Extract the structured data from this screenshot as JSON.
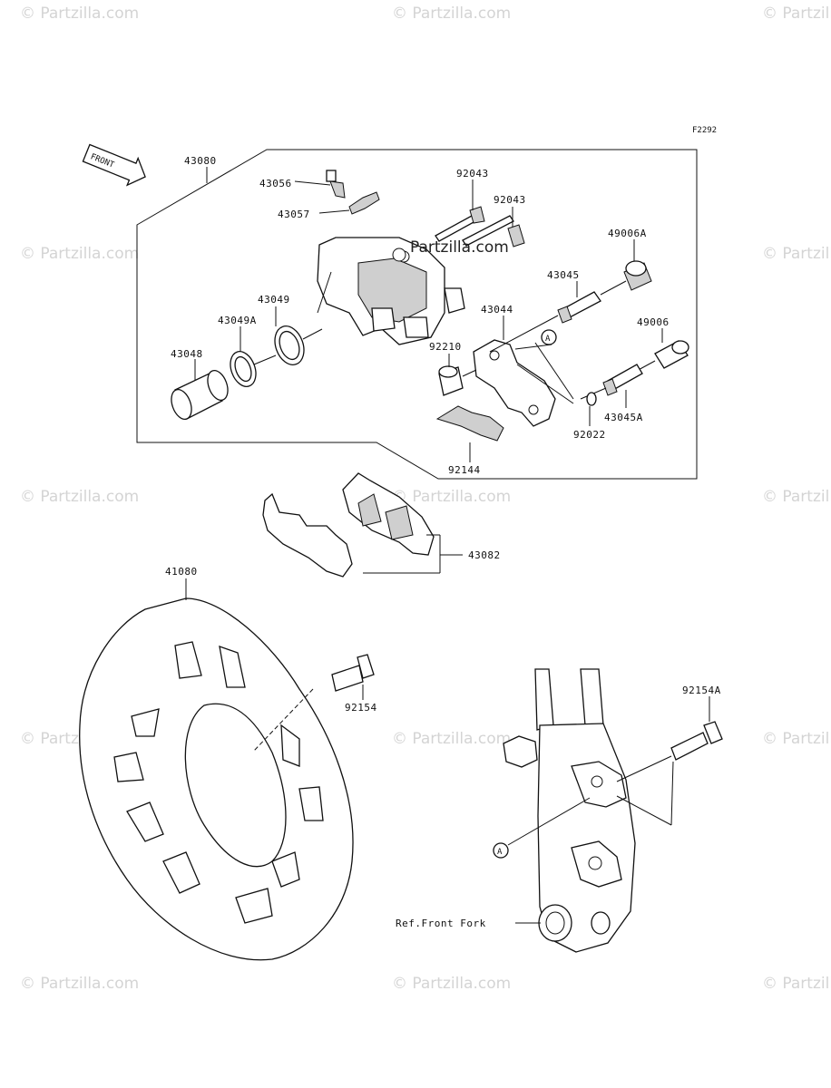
{
  "figure_code": "F2292",
  "front_arrow_label": "FRONT",
  "watermark_text": "© Partzilla.com",
  "watermark_center_text": "Partzilla.com",
  "ref_label": "Ref.Front Fork",
  "callout_a": "A",
  "parts": {
    "p43080": "43080",
    "p43056": "43056",
    "p43057": "43057",
    "p43049": "43049",
    "p43049a": "43049A",
    "p43048": "43048",
    "p92043a": "92043",
    "p92043b": "92043",
    "p49006a": "49006A",
    "p43045": "43045",
    "p43044": "43044",
    "p92210": "92210",
    "p49006": "49006",
    "p43045a": "43045A",
    "p92022": "92022",
    "p92144": "92144",
    "p43082": "43082",
    "p41080": "41080",
    "p92154": "92154",
    "p92154a": "92154A"
  }
}
